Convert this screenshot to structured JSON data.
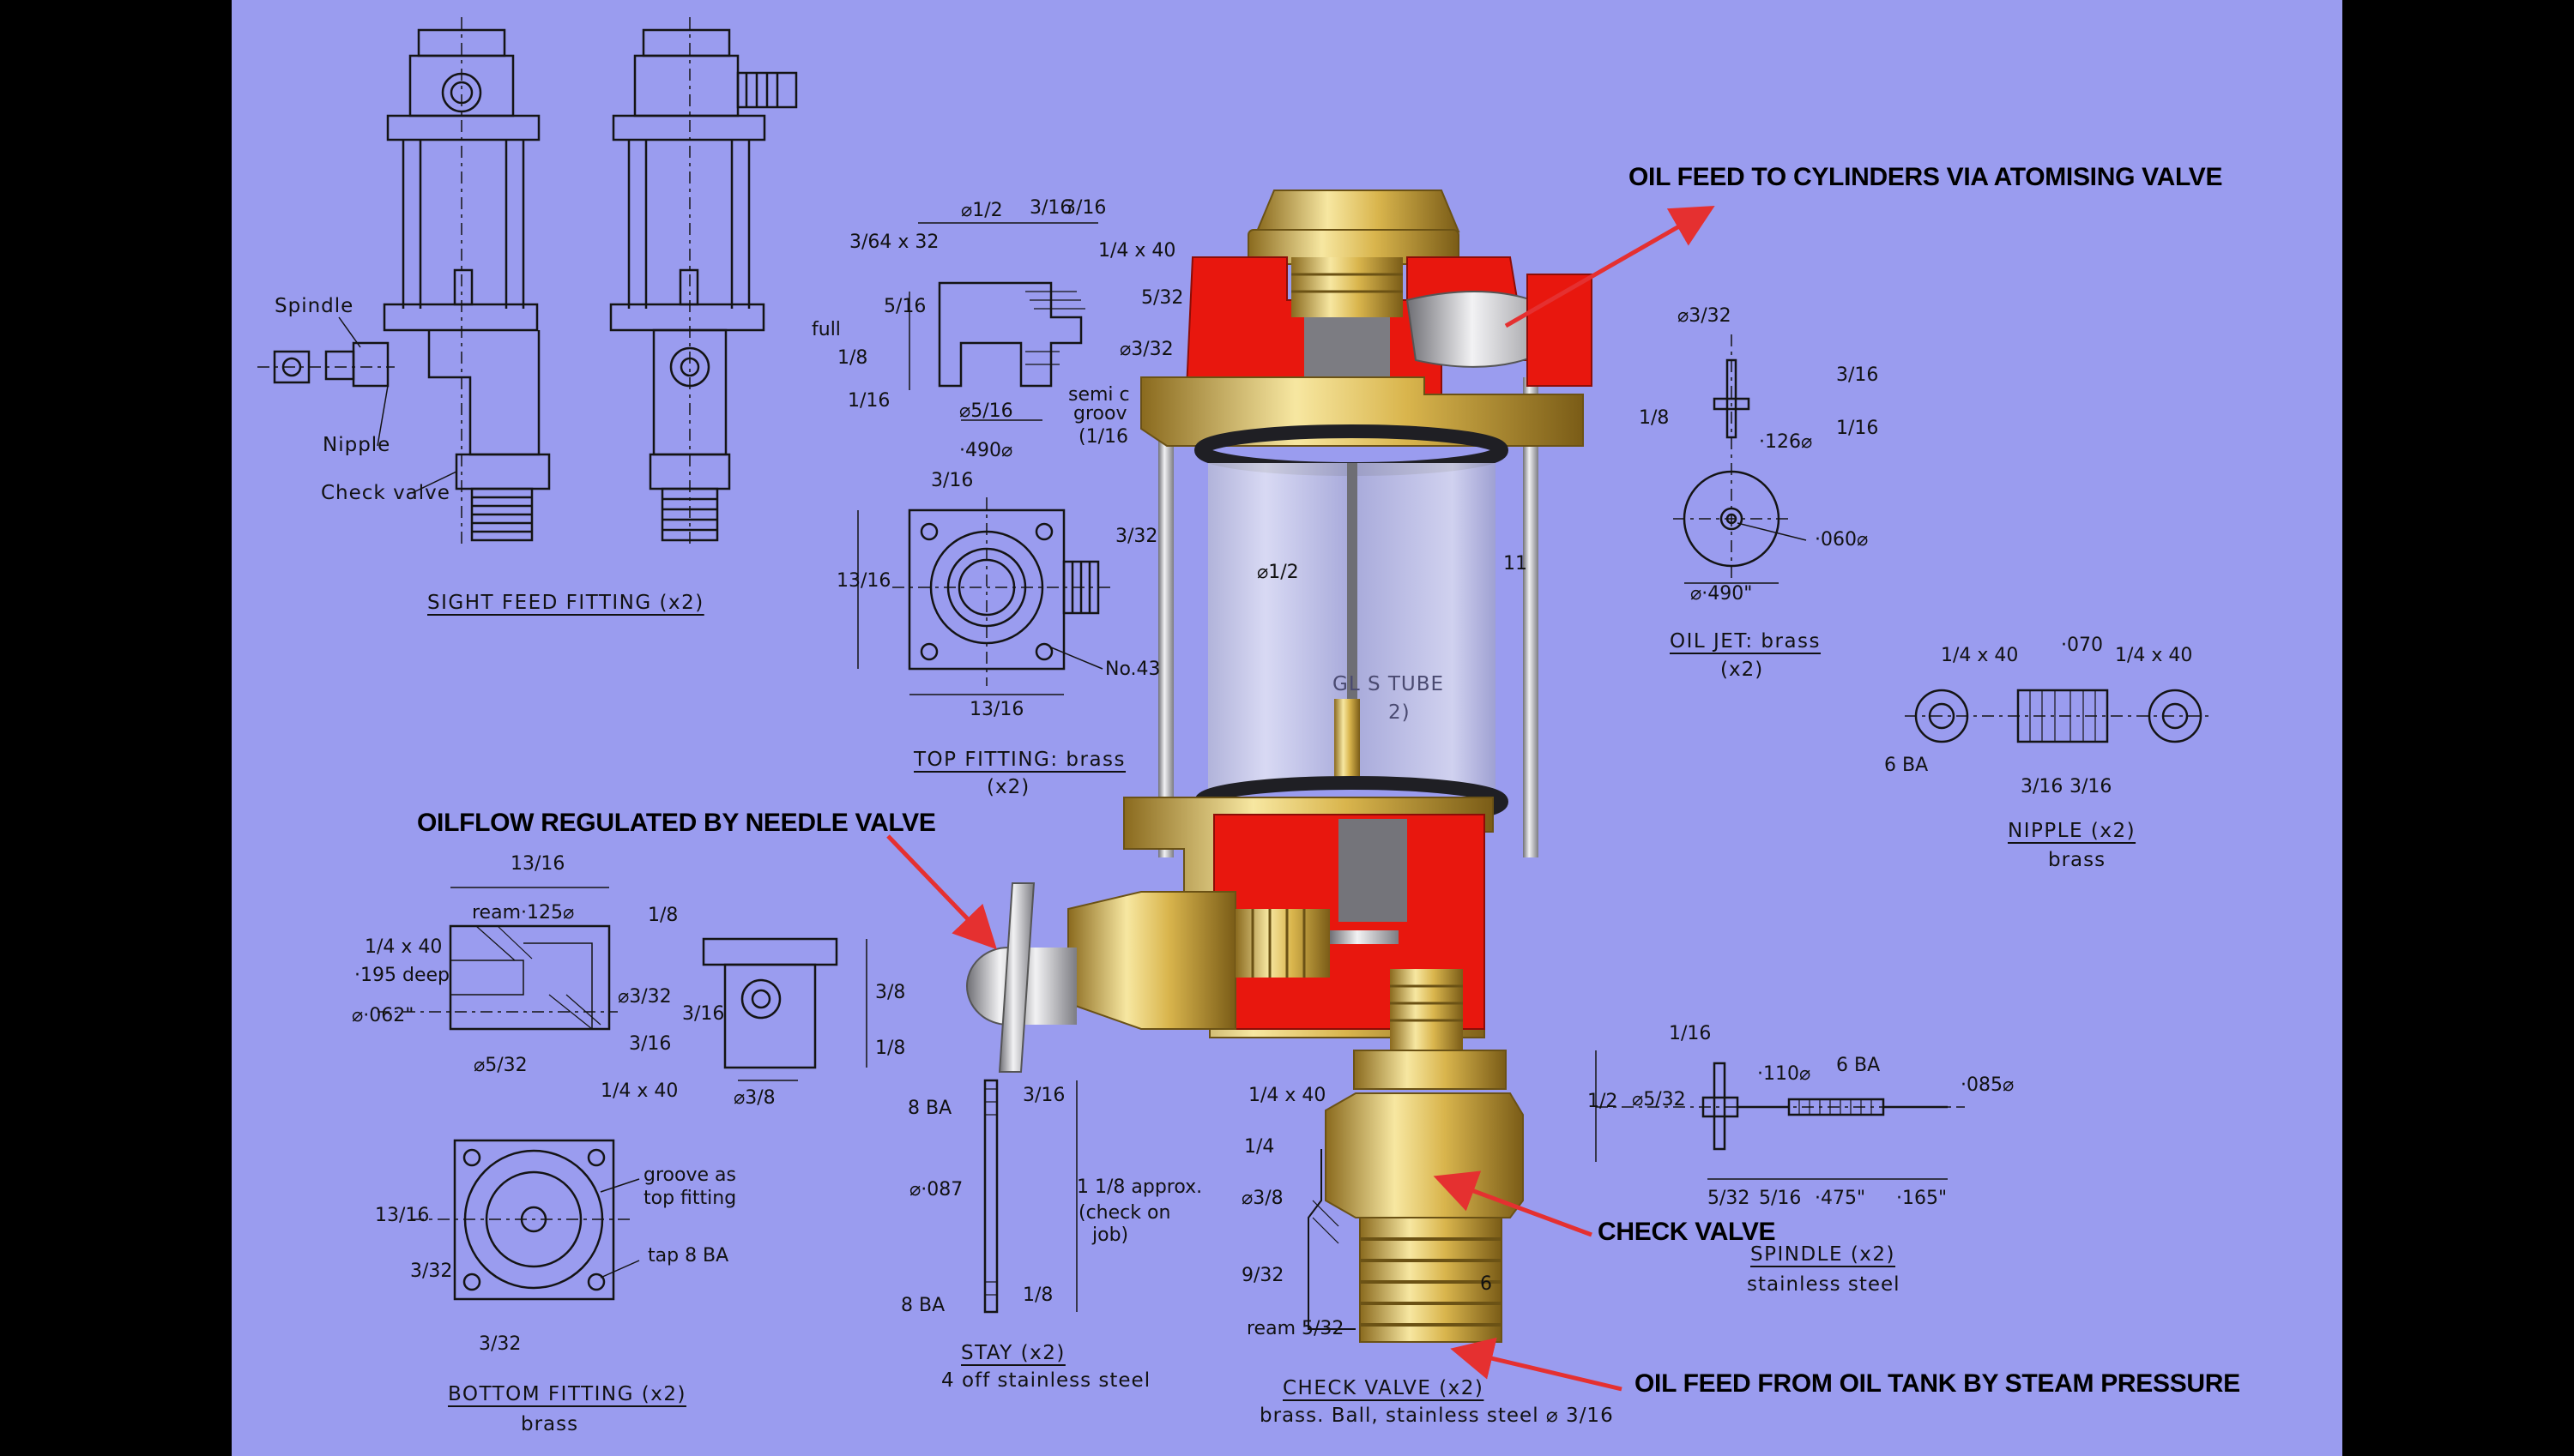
{
  "annotations": {
    "oil_feed_to_cylinders": "OIL FEED TO CYLINDERS  VIA ATOMISING VALVE",
    "oilflow_regulated": "OILFLOW REGULATED BY NEEDLE VALVE",
    "check_valve": "CHECK VALVE",
    "oil_feed_from_tank": "OIL FEED FROM OIL TANK BY STEAM PRESSURE"
  },
  "drawings": {
    "sight_feed": {
      "title": "SIGHT FEED FITTING (x2)",
      "spindle": "Spindle",
      "nipple": "Nipple",
      "check_valve": "Check valve"
    },
    "top_fitting": {
      "title": "TOP FITTING: brass",
      "qty": "(x2)",
      "dims": [
        "3/64 x 32",
        "⌀1/2",
        "3/16",
        "3/16",
        "1/4 x 40",
        "5/16",
        "full",
        "1/8",
        "5/32",
        "⌀3/32",
        "1/16",
        "⌀5/16",
        "·490⌀",
        "semi c",
        "groov",
        "(1/16",
        "3/16",
        "13/16",
        "13/16",
        "3/32",
        "No.43"
      ]
    },
    "glass_tube": {
      "title": "GL  S TUBE",
      "qty": "2)",
      "dims": [
        "⌀1/2",
        "11"
      ]
    },
    "oil_jet": {
      "title": "OIL JET: brass",
      "qty": "(x2)",
      "dims": [
        "⌀3/32",
        "3/16",
        "1/8",
        "·126⌀",
        "1/16",
        "·060⌀",
        "⌀·490\""
      ]
    },
    "nipple": {
      "title": "NIPPLE (x2)",
      "material": "brass",
      "dims": [
        "1/4 x 40",
        "·070",
        "1/4 x 40",
        "6 BA",
        "3/16",
        "3/16"
      ]
    },
    "bottom_fitting": {
      "title": "BOTTOM FITTING (x2)",
      "material": "brass",
      "dims": [
        "13/16",
        "ream·125⌀",
        "1/4 x 40",
        "·195 deep",
        "⌀·062\"",
        "⌀5/32",
        "⌀3/32",
        "3/16",
        "1/4 x 40",
        "1/8",
        "3/16",
        "3/8",
        "1/8",
        "⌀3/8",
        "13/16",
        "groove as",
        "top fitting",
        "tap 8 BA",
        "3/32",
        "3/32"
      ]
    },
    "stay": {
      "title": "STAY (x2)",
      "material": "4 off stainless steel",
      "dims": [
        "8 BA",
        "3/16",
        "⌀·087",
        "1 1/8 approx.",
        "(check on",
        "job)",
        "8 BA",
        "1/8"
      ]
    },
    "check_valve": {
      "title": "CHECK VALVE (x2)",
      "material": "brass.   Ball, stainless steel ⌀ 3/16",
      "dims": [
        "1/4 x 40",
        "1/4",
        "⌀3/8",
        "9/32",
        "ream 5/32",
        "6"
      ]
    },
    "spindle": {
      "title": "SPINDLE (x2)",
      "material": "stainless steel",
      "dims": [
        "1/16",
        "·110⌀",
        "6 BA",
        "·085⌀",
        "1/2",
        "⌀5/32",
        "5/32",
        "5/16",
        "·475\"",
        "·165\""
      ]
    }
  },
  "colors": {
    "background": "#9a9cef",
    "border": "#000000",
    "brass": "#e3c765",
    "red_section": "#e8170e",
    "arrow": "#e53030",
    "line": "#141414"
  }
}
